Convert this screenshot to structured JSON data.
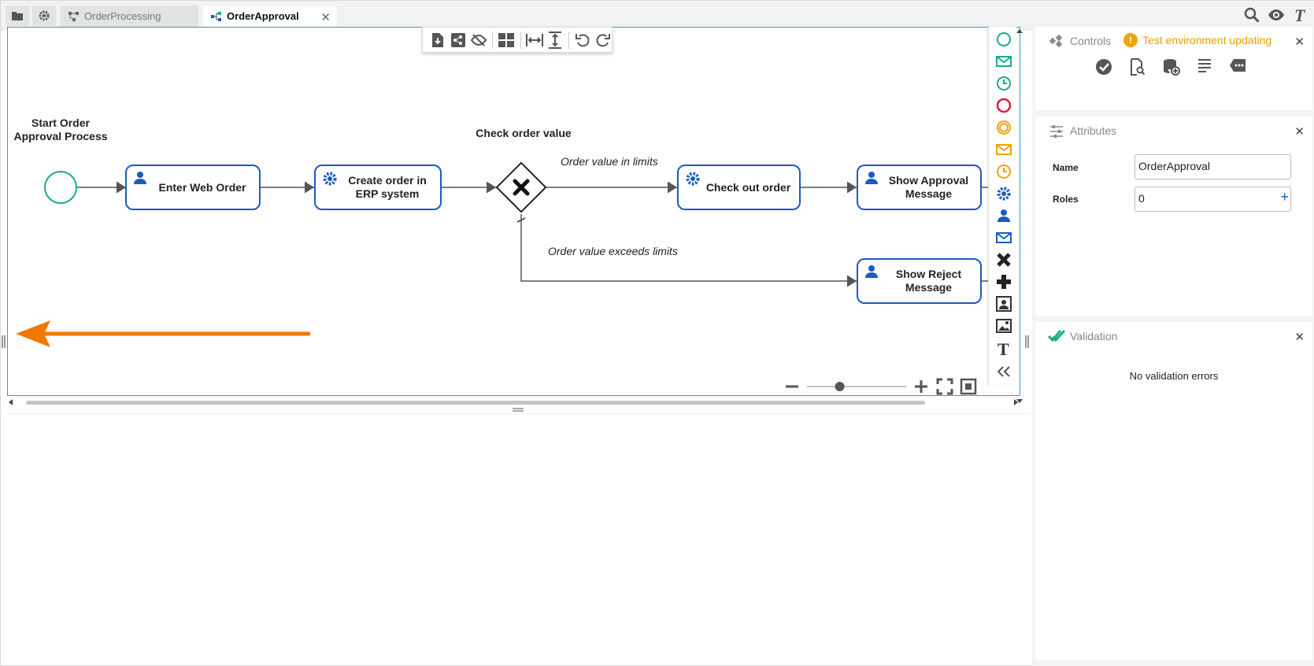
{
  "tabs": [
    {
      "label": "OrderProcessing",
      "active": false
    },
    {
      "label": "OrderApproval",
      "active": true
    }
  ],
  "toolbar": {
    "icons": [
      "export-icon",
      "share-icon",
      "hide-icon",
      "layout-icon",
      "fit-width-icon",
      "fit-height-icon",
      "undo-icon",
      "redo-icon"
    ]
  },
  "diagram": {
    "start_label": "Start Order\nApproval Process",
    "gateway_label": "Check order value",
    "edge_in_limits": "Order value in limits",
    "edge_exceeds": "Order value exceeds limits",
    "tasks": {
      "enter_web_order": "Enter Web Order",
      "create_order": "Create order in\nERP system",
      "check_out": "Check out order",
      "show_approval": "Show Approval\nMessage",
      "show_reject": "Show Reject\nMessage"
    }
  },
  "zoom": {
    "level": 0.33
  },
  "panels": {
    "controls": {
      "title": "Controls",
      "warning": "Test environment updating",
      "icons": [
        "check-circle-icon",
        "document-search-icon",
        "database-add-icon",
        "list-icon",
        "tag-icon"
      ]
    },
    "attributes": {
      "title": "Attributes",
      "name_label": "Name",
      "name_value": "OrderApproval",
      "roles_label": "Roles",
      "roles_value": "0"
    },
    "validation": {
      "title": "Validation",
      "message": "No validation errors"
    }
  },
  "colors": {
    "accent_blue": "#1b5bbf",
    "start_green": "#1aab8a",
    "end_red": "#e0193a",
    "intermediate_orange": "#f0a500",
    "warning_orange": "#e8a000",
    "arrow_orange": "#f07800",
    "canvas_border": "#2a9fd6"
  }
}
